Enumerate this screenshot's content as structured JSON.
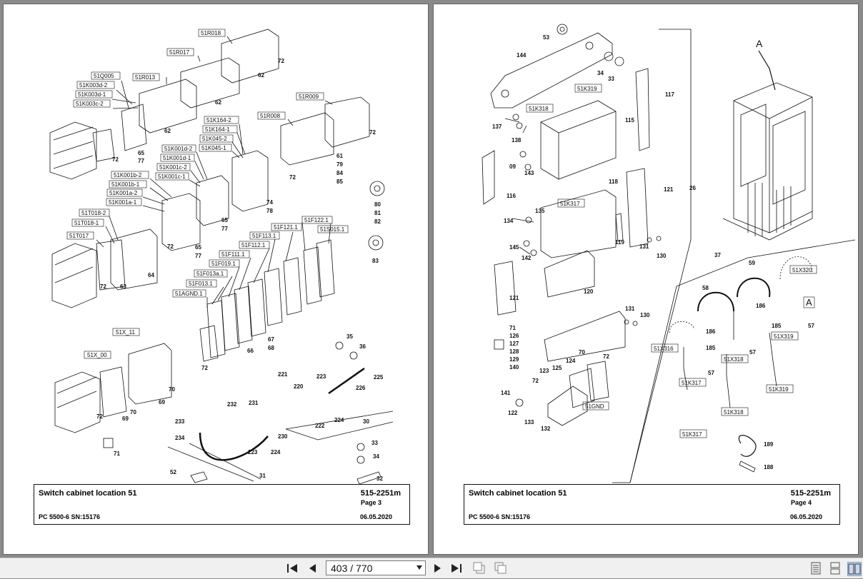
{
  "pages": [
    {
      "title": "Switch cabinet location 51",
      "doc_no": "515-2251m",
      "page_label": "Page 3",
      "machine": "PC 5500-6 SN:15176",
      "date": "06.05.2020"
    },
    {
      "title": "Switch cabinet location 51",
      "doc_no": "515-2251m",
      "page_label": "Page 4",
      "machine": "PC 5500-6 SN:15176",
      "date": "06.05.2020"
    }
  ],
  "left_labels": {
    "boxed": [
      "51R018",
      "51R017",
      "51R013",
      "51Q005",
      "51K003d-2",
      "51K003d-1",
      "51K003c-2",
      "51R009",
      "51R008",
      "51K164-2",
      "51K164-1",
      "51K045-2",
      "51K045-1",
      "51K001d-2",
      "51K001d-1",
      "51K001c-2",
      "51K001c-1",
      "51K001b-2",
      "51K001b-1",
      "51K001a-2",
      "51K001a-1",
      "51T018-2",
      "51T018-1",
      "51T017",
      "51F122.1",
      "51F121.1",
      "51S015.1",
      "51F113.1",
      "51F112.1",
      "51F111.1",
      "51F019.1",
      "51F013a.1",
      "51F013.1",
      "51AGND.1",
      "51X_11",
      "51X_00"
    ],
    "numbers": [
      "72",
      "62",
      "62",
      "62",
      "72",
      "65",
      "77",
      "61",
      "79",
      "84",
      "85",
      "72",
      "72",
      "74",
      "78",
      "65",
      "77",
      "80",
      "81",
      "82",
      "65",
      "77",
      "72",
      "83",
      "72",
      "63",
      "64",
      "67",
      "68",
      "66",
      "72",
      "35",
      "36",
      "225",
      "221",
      "223",
      "220",
      "226",
      "70",
      "69",
      "72",
      "70",
      "69",
      "232",
      "231",
      "233",
      "234",
      "230",
      "222",
      "224",
      "30",
      "223",
      "224",
      "71",
      "52",
      "31",
      "33",
      "34",
      "32"
    ]
  },
  "right_labels": {
    "boxed": [
      "51K319",
      "51K318",
      "51K317",
      "51GND",
      "51X320",
      "A",
      "51X316",
      "51X319",
      "51X318",
      "51K317",
      "51K318",
      "51K319"
    ],
    "numbers": [
      "53",
      "144",
      "34",
      "33",
      "117",
      "137",
      "115",
      "138",
      "09",
      "143",
      "116",
      "118",
      "121",
      "134",
      "135",
      "145",
      "142",
      "119",
      "131",
      "130",
      "121",
      "120",
      "131",
      "130",
      "71",
      "126",
      "127",
      "128",
      "129",
      "140",
      "70",
      "72",
      "124",
      "125",
      "123",
      "72",
      "141",
      "122",
      "133",
      "132",
      "26",
      "A",
      "37",
      "59",
      "58",
      "186",
      "185",
      "57",
      "186",
      "185",
      "57",
      "57",
      "189",
      "188"
    ]
  },
  "toolbar": {
    "page_indicator": "403 / 770",
    "icons": [
      "first-page-icon",
      "prev-page-icon",
      "next-page-icon",
      "last-page-icon",
      "back-view-icon",
      "forward-view-icon",
      "single-page-icon",
      "continuous-icon",
      "two-page-icon"
    ]
  }
}
